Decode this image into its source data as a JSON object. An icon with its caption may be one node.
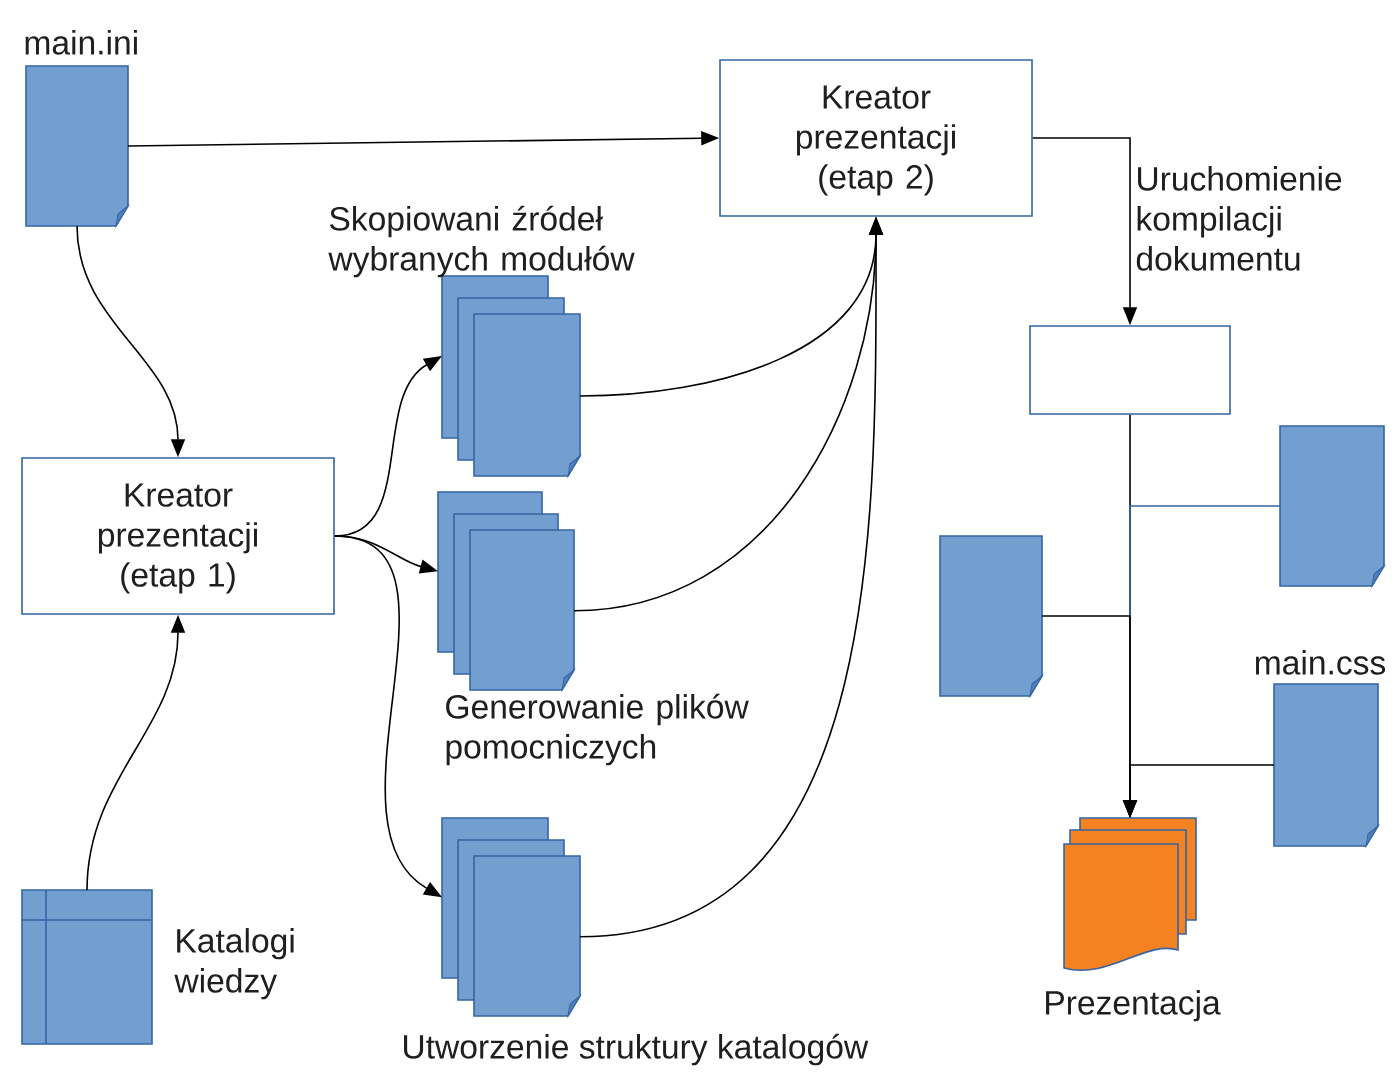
{
  "diagram": {
    "nodes": [
      {
        "text": [
          "main.ini"
        ]
      },
      {
        "text": [
          "Kreator prezentacji (etap 2)"
        ]
      },
      {
        "text": [],
        "shape": "box"
      },
      {
        "text": [
          "Skopiowani źródeł wybranych modułów"
        ]
      },
      {
        "text": [
          "Kreator prezentacji (etap 1)"
        ]
      },
      {
        "text": [],
        "shape": "document"
      },
      {
        "text": [],
        "shape": "document"
      },
      {
        "text": [
          "Generowanie plików pomocniczych"
        ]
      },
      {
        "text": [
          "main.css"
        ]
      },
      {
        "text": [
          "Katalogi wiedzy"
        ]
      },
      {
        "text": [
          "Prezentacja"
        ]
      },
      {
        "text": [
          "Utworzenie struktury katalogów"
        ]
      }
    ],
    "edges": [
      {
        "from": 0,
        "to": 1,
        "arrow": "to"
      },
      {
        "from": 0,
        "to": 4,
        "arrow": "to"
      },
      {
        "from": 9,
        "to": 4,
        "arrow": "to"
      },
      {
        "from": 4,
        "to": 3,
        "arrow": "to"
      },
      {
        "from": 4,
        "to": 7,
        "arrow": "to"
      },
      {
        "from": 4,
        "to": 11,
        "arrow": "to"
      },
      {
        "from": 3,
        "to": 1,
        "arrow": "to"
      },
      {
        "from": 7,
        "to": 1,
        "arrow": "to"
      },
      {
        "from": 11,
        "to": 1,
        "arrow": "to"
      },
      {
        "from": 1,
        "to": 2,
        "arrow": "to",
        "label": "Uruchomienie kompilacji dokumentu"
      },
      {
        "from": 2,
        "to": 10,
        "arrow": "to"
      },
      {
        "from": 5,
        "to": 10,
        "arrow": "to",
        "color": "#3465a4"
      },
      {
        "from": 6,
        "to": 10,
        "arrow": "to"
      },
      {
        "from": 8,
        "to": 10,
        "arrow": "to"
      }
    ]
  }
}
